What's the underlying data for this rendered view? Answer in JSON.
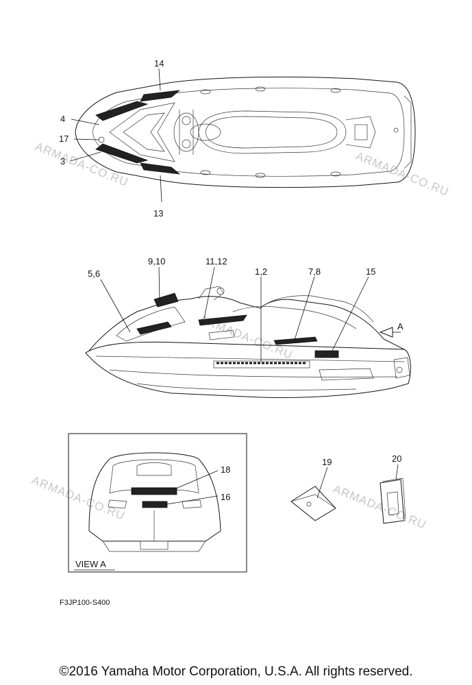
{
  "callouts": {
    "c14": "14",
    "c4": "4",
    "c17": "17",
    "c3": "3",
    "c13": "13",
    "c9_10": "9,10",
    "c11_12": "11,12",
    "c5_6": "5,6",
    "c1_2": "1,2",
    "c7_8": "7,8",
    "c15": "15",
    "cA": "A",
    "c18": "18",
    "c16": "16",
    "c19": "19",
    "c20": "20"
  },
  "view_label": "VIEW A",
  "diagram_code": "F3JP100-S400",
  "watermark": "ARMADA-CO.RU",
  "copyright": "©2016 Yamaha Motor Corporation, U.S.A. All rights reserved.",
  "colors": {
    "line": "#111111",
    "watermark": "#c8c8c8",
    "background": "#ffffff"
  }
}
